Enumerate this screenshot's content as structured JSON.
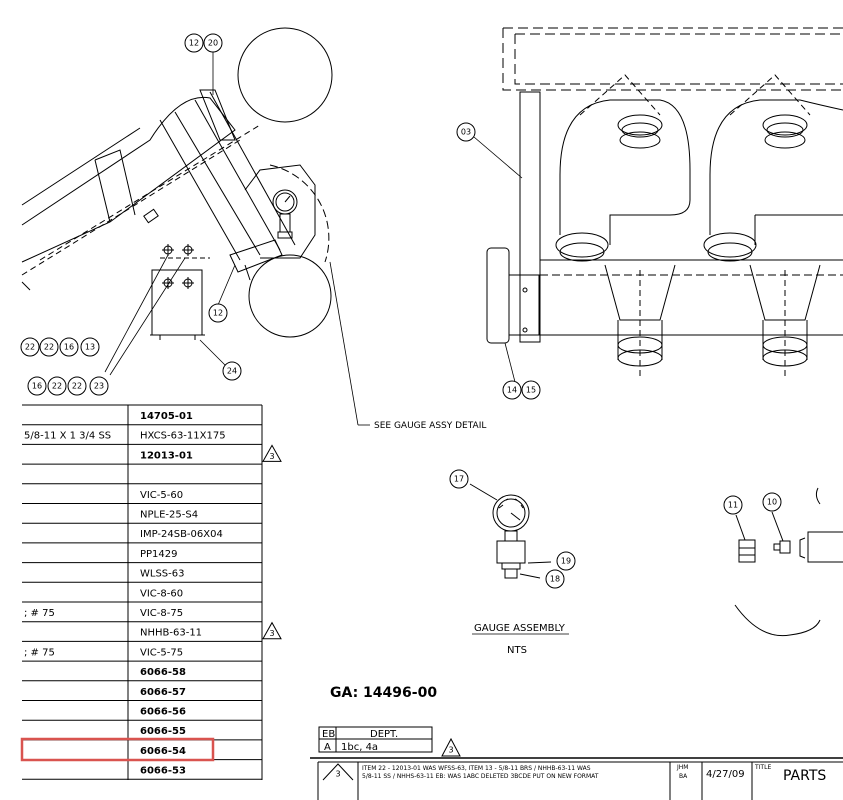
{
  "balloons": {
    "b12a": "12",
    "b20": "20",
    "b03": "03",
    "b12b": "12",
    "b24": "24",
    "b14": "14",
    "b15": "15",
    "b17": "17",
    "b19": "19",
    "b18": "18",
    "b11": "11",
    "b10": "10",
    "row1": [
      "22",
      "22",
      "16",
      "13"
    ],
    "row2": [
      "16",
      "22",
      "22",
      "23"
    ]
  },
  "callouts": {
    "see_gauge": "SEE GAUGE ASSY DETAIL",
    "gauge_title": "GAUGE ASSEMBLY",
    "gauge_scale": "NTS"
  },
  "ga_number": "GA: 14496-00",
  "revision_marker": "3",
  "parts_table": {
    "rows": [
      {
        "desc": "",
        "part": "14705-01",
        "bold": true
      },
      {
        "desc": "5/8-11 X 1 3/4 SS",
        "part": "HXCS-63-11X175",
        "bold": false
      },
      {
        "desc": "",
        "part": "12013-01",
        "bold": true,
        "rev": "3"
      },
      {
        "desc": "",
        "part": "",
        "bold": false
      },
      {
        "desc": "",
        "part": "VIC-5-60",
        "bold": false
      },
      {
        "desc": "",
        "part": "NPLE-25-S4",
        "bold": false
      },
      {
        "desc": "",
        "part": "IMP-24SB-06X04",
        "bold": false
      },
      {
        "desc": "",
        "part": "PP1429",
        "bold": false
      },
      {
        "desc": "",
        "part": "WLSS-63",
        "bold": false
      },
      {
        "desc": "",
        "part": "VIC-8-60",
        "bold": false
      },
      {
        "desc": "; # 75",
        "part": "VIC-8-75",
        "bold": false
      },
      {
        "desc": "",
        "part": "NHHB-63-11",
        "bold": false,
        "rev": "3"
      },
      {
        "desc": "; # 75",
        "part": "VIC-5-75",
        "bold": false
      },
      {
        "desc": "",
        "part": "6066-58",
        "bold": true
      },
      {
        "desc": "",
        "part": "6066-57",
        "bold": true
      },
      {
        "desc": "",
        "part": "6066-56",
        "bold": true
      },
      {
        "desc": "",
        "part": "6066-55",
        "bold": true
      },
      {
        "desc": "",
        "part": "6066-54",
        "bold": true,
        "highlight": true
      },
      {
        "desc": "",
        "part": "6066-53",
        "bold": true
      }
    ]
  },
  "dept_table": {
    "col1_header": "EB",
    "col2_header": "DEPT.",
    "col1_value": "A",
    "col2_value": "1bc, 4a",
    "rev": "3"
  },
  "title_block": {
    "rev": "3",
    "note_line1": "ITEM 22 - 12013-01 WAS WFSS-63, ITEM 13 - 5/8-11 BRS / NHHB-63-11 WAS",
    "note_line2": "5/8-11 SS / NHHS-63-11 EB: WAS 1ABC DELETED 3BCDE PUT ON NEW FORMAT",
    "initials_top": "JHM",
    "initials_bottom": "BA",
    "date": "4/27/09",
    "title_label": "TITLE",
    "title_value": "PARTS"
  },
  "colors": {
    "line": "#000000",
    "highlight": "#d9534f"
  }
}
